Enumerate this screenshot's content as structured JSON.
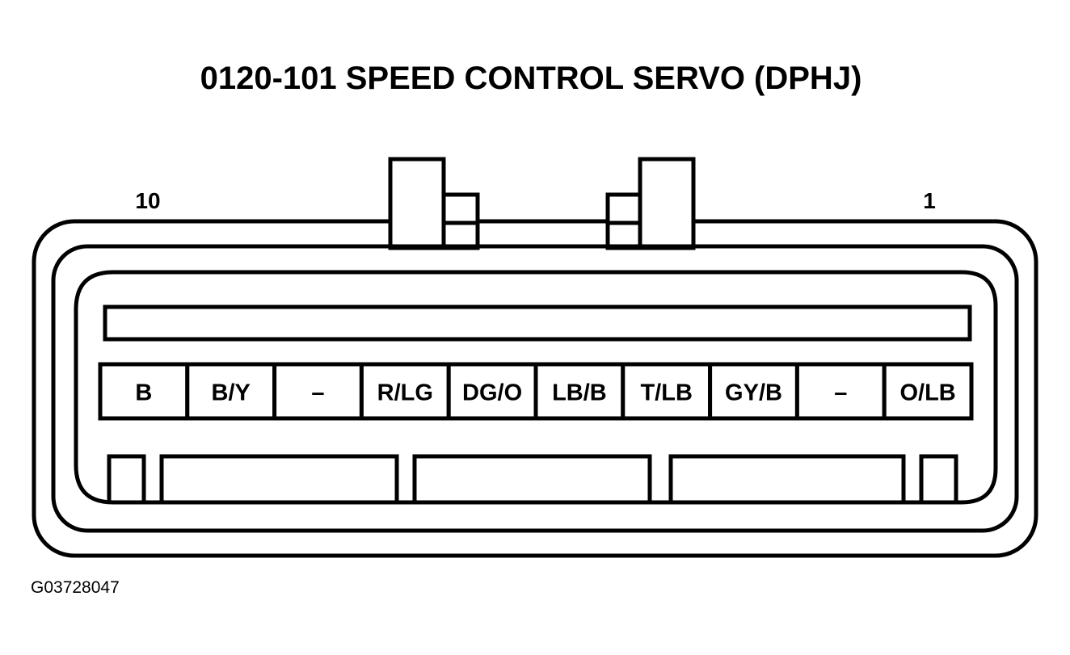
{
  "title": "0120-101 SPEED CONTROL SERVO (DPHJ)",
  "connector": {
    "pin_left_label": "10",
    "pin_right_label": "1",
    "cells": [
      "B",
      "B/Y",
      "–",
      "R/LG",
      "DG/O",
      "LB/B",
      "T/LB",
      "GY/B",
      "–",
      "O/LB"
    ]
  },
  "figure_id": "G03728047"
}
